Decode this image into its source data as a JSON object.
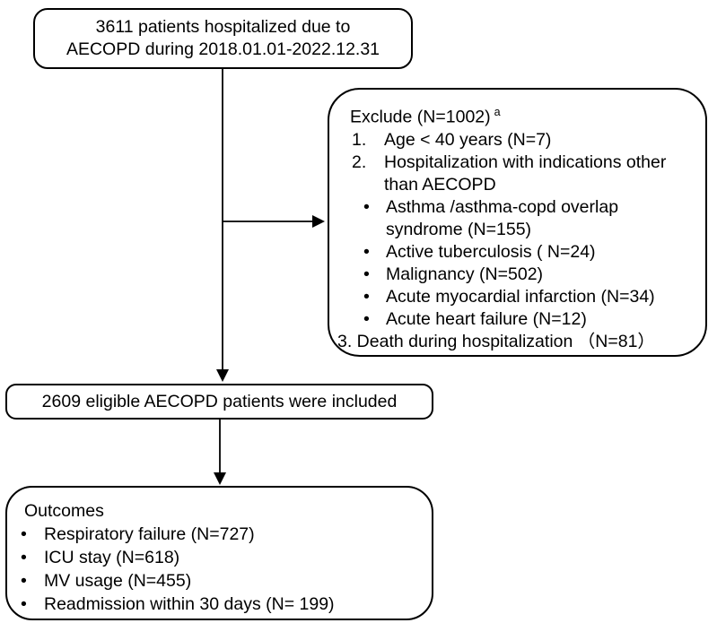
{
  "figure": {
    "background": "#ffffff",
    "line_color": "#000000"
  },
  "bullet_char": "•",
  "boxes": {
    "top": {
      "lines": [
        "3611 patients hospitalized due to",
        "AECOPD during 2018.01.01-2022.12.31"
      ]
    },
    "exclude": {
      "title": "Exclude (N=1002)",
      "footnote_marker": "a",
      "numbered_items": [
        {
          "num": "1.",
          "text": "Age < 40 years (N=7)"
        },
        {
          "num": "2.",
          "text": "Hospitalization with indications other than AECOPD"
        }
      ],
      "bullets": [
        "Asthma /asthma-copd overlap syndrome (N=155)",
        "Active tuberculosis ( N=24)",
        "Malignancy (N=502)",
        "Acute myocardial infarction (N=34)",
        "Acute heart failure (N=12)"
      ],
      "last_item": "3. Death during hospitalization （N=81）"
    },
    "eligible": {
      "text": "2609 eligible AECOPD patients were included"
    },
    "outcomes": {
      "title": "Outcomes",
      "bullets": [
        "Respiratory failure (N=727)",
        "ICU stay (N=618)",
        "MV usage (N=455)",
        "Readmission within 30 days (N= 199)"
      ]
    }
  }
}
